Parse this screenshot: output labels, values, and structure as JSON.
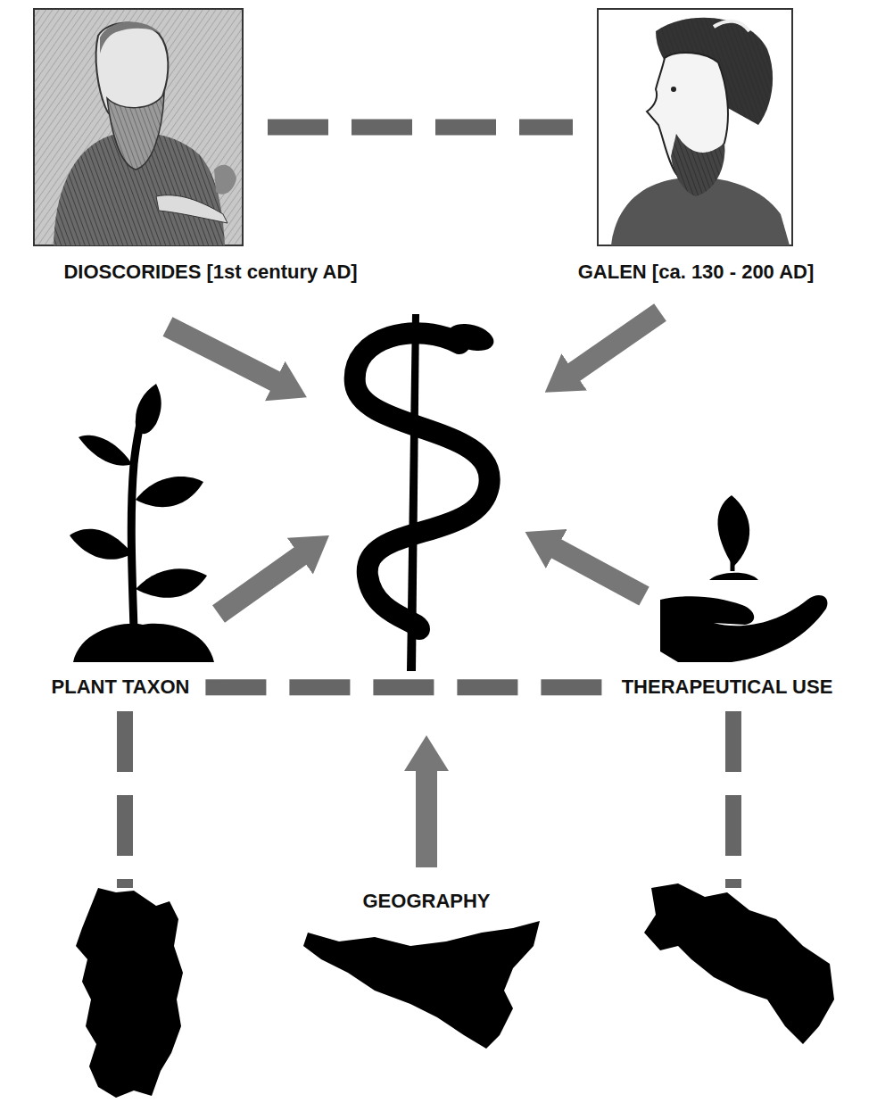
{
  "diagram": {
    "nodes": [
      {
        "text": [
          "DIOSCORIDES [1st century AD]"
        ]
      },
      {
        "text": [
          "GALEN [ca. 130 - 200 AD]"
        ]
      },
      {
        "text": [
          "PLANT TAXON"
        ]
      },
      {
        "text": [
          "THERAPEUTICAL USE"
        ]
      },
      {
        "text": [
          "GEOGRAPHY"
        ]
      }
    ],
    "edges": [
      {
        "from": 0,
        "to": 1,
        "arrow": "none"
      },
      {
        "from": 2,
        "to": 3,
        "arrow": "none"
      }
    ]
  }
}
